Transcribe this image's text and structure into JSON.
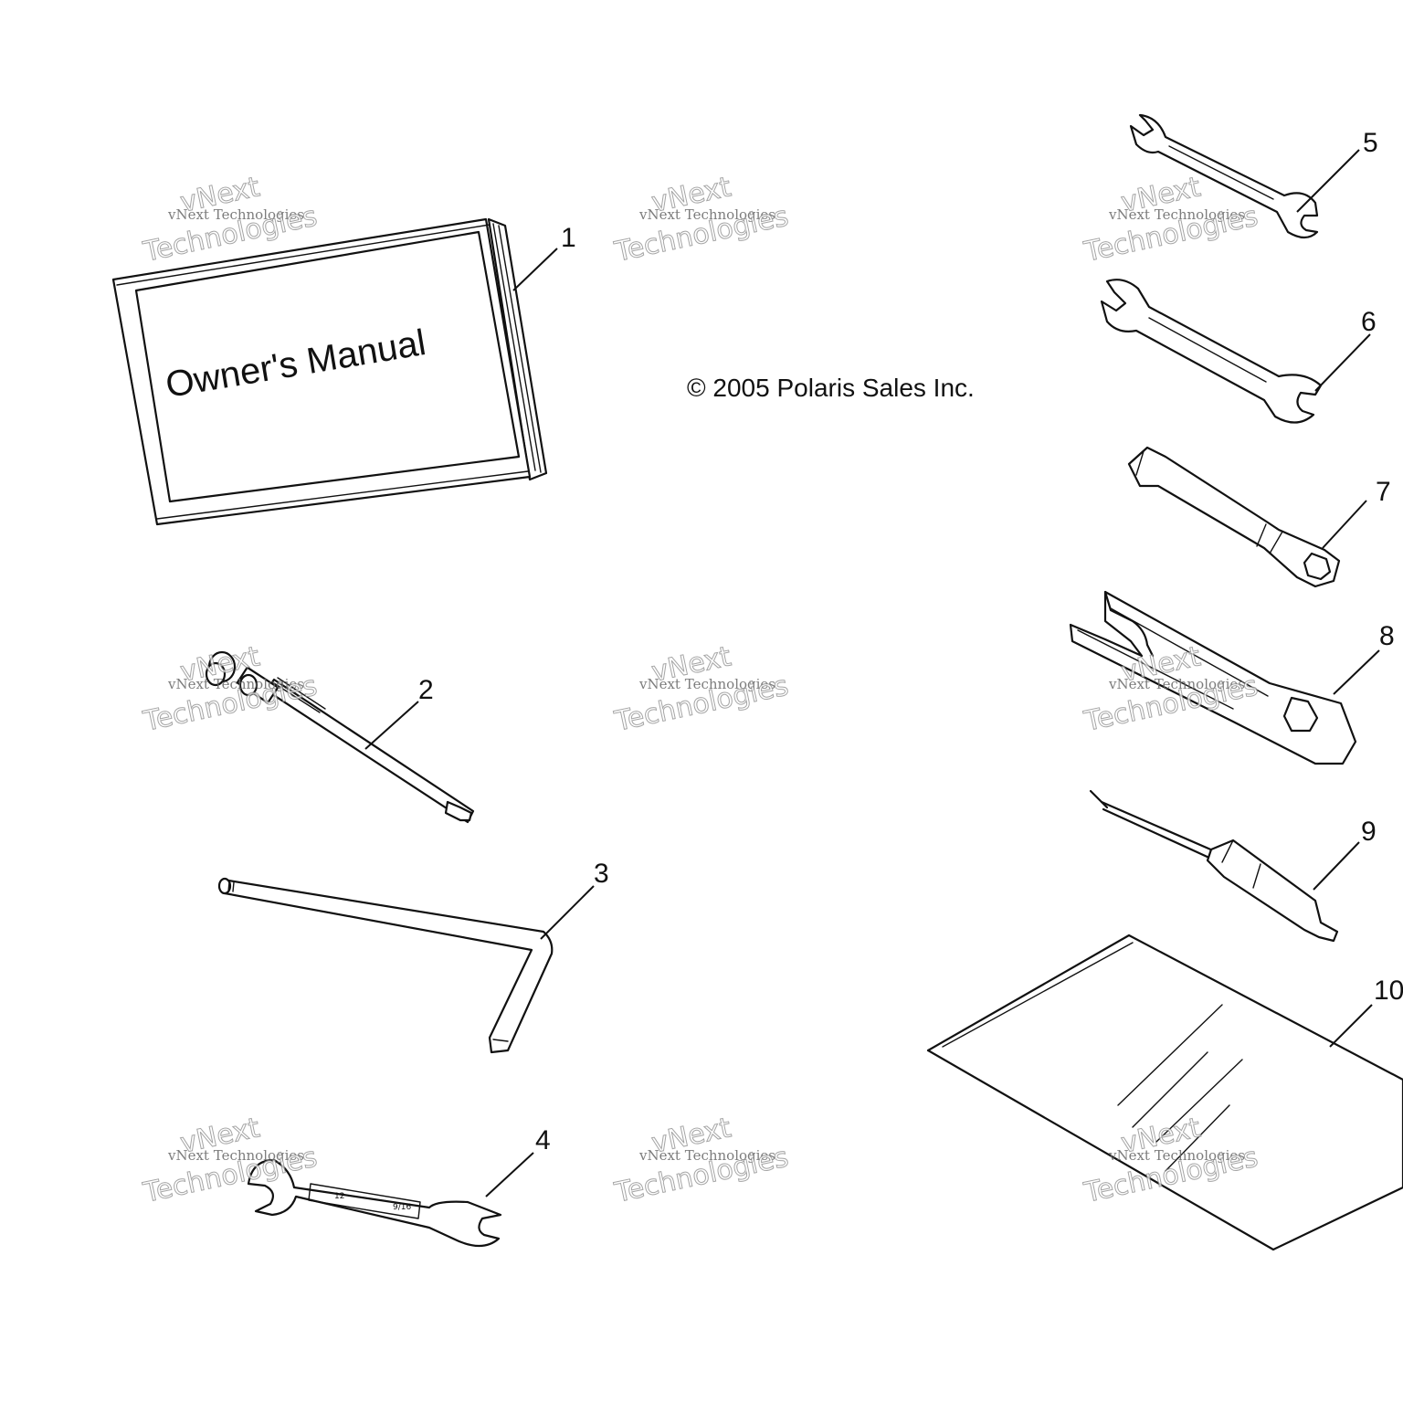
{
  "copyright": "© 2005 Polaris Sales Inc.",
  "manual_cover_title": "Owner's Manual",
  "callouts": {
    "c1": "1",
    "c2": "2",
    "c3": "3",
    "c4": "4",
    "c5": "5",
    "c6": "6",
    "c7": "7",
    "c8": "8",
    "c9": "9",
    "c10": "10"
  },
  "wrench4_marks": {
    "left": "12",
    "right": "9/16"
  },
  "watermark": {
    "line1": "vNext Technologies",
    "big_top": "vNext",
    "big_bottom": "Technologies"
  },
  "colors": {
    "ink": "#111111",
    "watermark": "#888888"
  }
}
